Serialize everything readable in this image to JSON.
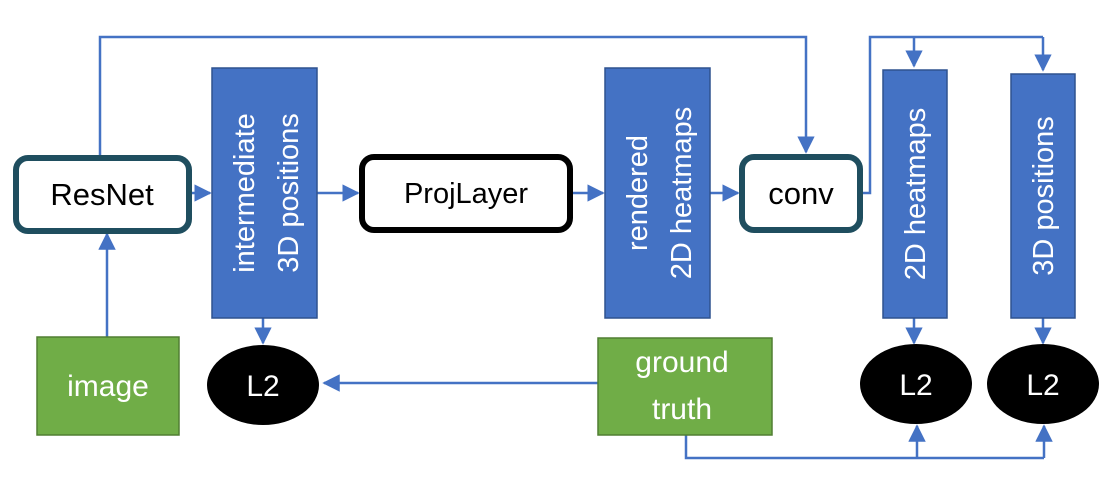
{
  "colors": {
    "arrow": "#4472C4",
    "blue_box": "#4472C4",
    "blue_box_stroke": "#2F528F",
    "green_box": "#70AD47",
    "green_box_stroke": "#507E32",
    "dark_teal_stroke": "#1F4E5F",
    "black": "#000000",
    "white": "#FFFFFF"
  },
  "nodes": {
    "resnet": "ResNet",
    "intermediate_line1": "intermediate",
    "intermediate_line2": "3D positions",
    "projlayer": "ProjLayer",
    "rendered_line1": "rendered",
    "rendered_line2": "2D heatmaps",
    "conv": "conv",
    "heatmaps_2d": "2D heatmaps",
    "positions_3d": "3D positions",
    "image": "image",
    "ground_truth_line1": "ground",
    "ground_truth_line2": "truth",
    "l2_loss_1": "L2",
    "l2_loss_2": "L2",
    "l2_loss_3": "L2"
  }
}
